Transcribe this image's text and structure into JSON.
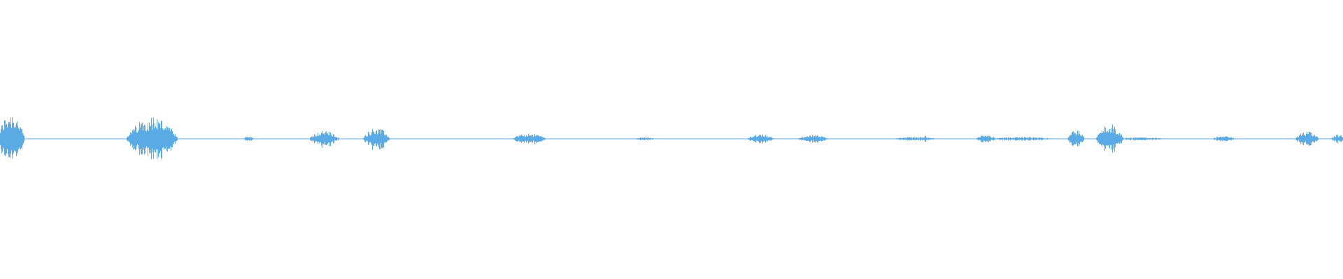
{
  "waveform": {
    "color": "#5aaae6",
    "background": "#ffffff",
    "duration_fraction": 1.0,
    "bursts": [
      {
        "pos": 0.0,
        "width": 0.016,
        "amp": 0.85
      },
      {
        "pos": 0.098,
        "width": 0.03,
        "amp": 0.72
      },
      {
        "pos": 0.182,
        "width": 0.006,
        "amp": 0.08
      },
      {
        "pos": 0.232,
        "width": 0.018,
        "amp": 0.26
      },
      {
        "pos": 0.272,
        "width": 0.016,
        "amp": 0.36
      },
      {
        "pos": 0.384,
        "width": 0.02,
        "amp": 0.18
      },
      {
        "pos": 0.474,
        "width": 0.012,
        "amp": 0.05
      },
      {
        "pos": 0.558,
        "width": 0.016,
        "amp": 0.16
      },
      {
        "pos": 0.596,
        "width": 0.018,
        "amp": 0.12
      },
      {
        "pos": 0.668,
        "width": 0.026,
        "amp": 0.06
      },
      {
        "pos": 0.688,
        "width": 0.002,
        "amp": 0.12
      },
      {
        "pos": 0.728,
        "width": 0.012,
        "amp": 0.12
      },
      {
        "pos": 0.742,
        "width": 0.038,
        "amp": 0.06
      },
      {
        "pos": 0.796,
        "width": 0.01,
        "amp": 0.28
      },
      {
        "pos": 0.818,
        "width": 0.016,
        "amp": 0.48
      },
      {
        "pos": 0.834,
        "width": 0.03,
        "amp": 0.05
      },
      {
        "pos": 0.904,
        "width": 0.014,
        "amp": 0.09
      },
      {
        "pos": 0.966,
        "width": 0.014,
        "amp": 0.24
      },
      {
        "pos": 0.992,
        "width": 0.008,
        "amp": 0.14
      }
    ]
  }
}
